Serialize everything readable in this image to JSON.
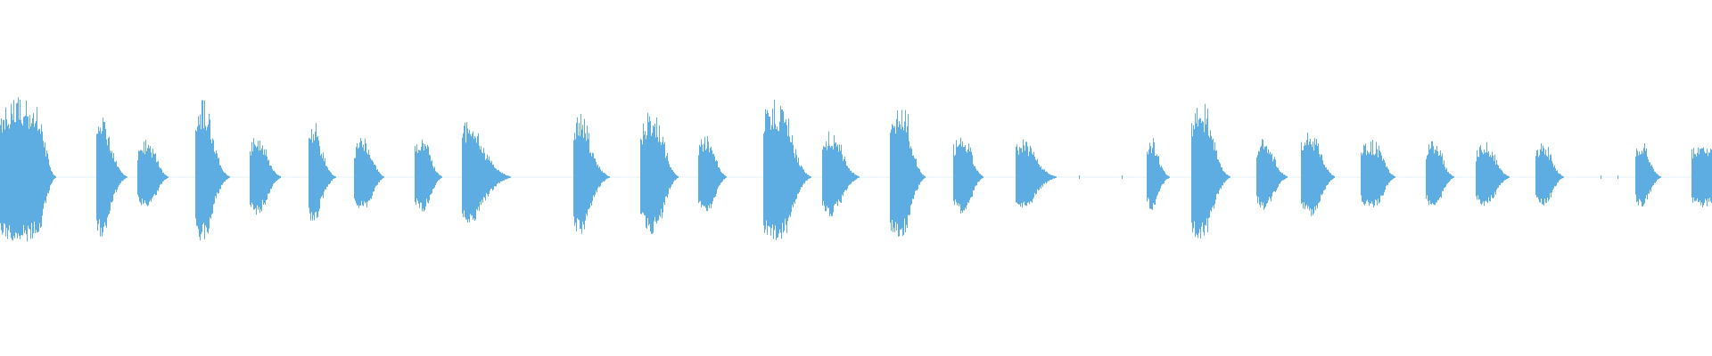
{
  "waveform": {
    "color": "#5dade2",
    "background": "#ffffff",
    "segments": [
      {
        "start": 0.0,
        "end": 0.024,
        "amp": 0.96,
        "decay": 0.01,
        "profile": "strong"
      },
      {
        "start": 0.056,
        "end": 0.062,
        "amp": 0.86,
        "decay": 0.014,
        "profile": "strong"
      },
      {
        "start": 0.08,
        "end": 0.09,
        "amp": 0.44,
        "decay": 0.01,
        "profile": "burst"
      },
      {
        "start": 0.114,
        "end": 0.122,
        "amp": 0.92,
        "decay": 0.014,
        "profile": "strong"
      },
      {
        "start": 0.146,
        "end": 0.154,
        "amp": 0.54,
        "decay": 0.012,
        "profile": "burst"
      },
      {
        "start": 0.18,
        "end": 0.186,
        "amp": 0.66,
        "decay": 0.012,
        "profile": "strong"
      },
      {
        "start": 0.207,
        "end": 0.216,
        "amp": 0.48,
        "decay": 0.01,
        "profile": "burst"
      },
      {
        "start": 0.242,
        "end": 0.25,
        "amp": 0.5,
        "decay": 0.01,
        "profile": "burst"
      },
      {
        "start": 0.27,
        "end": 0.278,
        "amp": 0.72,
        "decay": 0.024,
        "profile": "strong"
      },
      {
        "start": 0.335,
        "end": 0.342,
        "amp": 0.82,
        "decay": 0.016,
        "profile": "strong"
      },
      {
        "start": 0.374,
        "end": 0.386,
        "amp": 0.8,
        "decay": 0.012,
        "profile": "burst"
      },
      {
        "start": 0.408,
        "end": 0.416,
        "amp": 0.52,
        "decay": 0.01,
        "profile": "burst"
      },
      {
        "start": 0.446,
        "end": 0.46,
        "amp": 0.92,
        "decay": 0.016,
        "profile": "strong"
      },
      {
        "start": 0.48,
        "end": 0.49,
        "amp": 0.56,
        "decay": 0.014,
        "profile": "burst"
      },
      {
        "start": 0.52,
        "end": 0.53,
        "amp": 0.88,
        "decay": 0.012,
        "profile": "strong"
      },
      {
        "start": 0.557,
        "end": 0.566,
        "amp": 0.52,
        "decay": 0.01,
        "profile": "burst"
      },
      {
        "start": 0.593,
        "end": 0.602,
        "amp": 0.48,
        "decay": 0.018,
        "profile": "burst"
      },
      {
        "start": 0.67,
        "end": 0.675,
        "amp": 0.48,
        "decay": 0.01,
        "profile": "burst"
      },
      {
        "start": 0.696,
        "end": 0.706,
        "amp": 0.9,
        "decay": 0.014,
        "profile": "strong"
      },
      {
        "start": 0.734,
        "end": 0.742,
        "amp": 0.46,
        "decay": 0.012,
        "profile": "burst"
      },
      {
        "start": 0.76,
        "end": 0.77,
        "amp": 0.56,
        "decay": 0.012,
        "profile": "burst"
      },
      {
        "start": 0.795,
        "end": 0.807,
        "amp": 0.44,
        "decay": 0.01,
        "profile": "block"
      },
      {
        "start": 0.833,
        "end": 0.841,
        "amp": 0.44,
        "decay": 0.01,
        "profile": "burst"
      },
      {
        "start": 0.862,
        "end": 0.872,
        "amp": 0.42,
        "decay": 0.012,
        "profile": "burst"
      },
      {
        "start": 0.897,
        "end": 0.905,
        "amp": 0.42,
        "decay": 0.01,
        "profile": "burst"
      },
      {
        "start": 0.955,
        "end": 0.962,
        "amp": 0.44,
        "decay": 0.01,
        "profile": "burst"
      },
      {
        "start": 0.988,
        "end": 1.0,
        "amp": 0.44,
        "decay": 0.0,
        "profile": "block"
      }
    ],
    "sparse_ticks": [
      0.61,
      0.63,
      0.655,
      0.935,
      0.945
    ]
  }
}
